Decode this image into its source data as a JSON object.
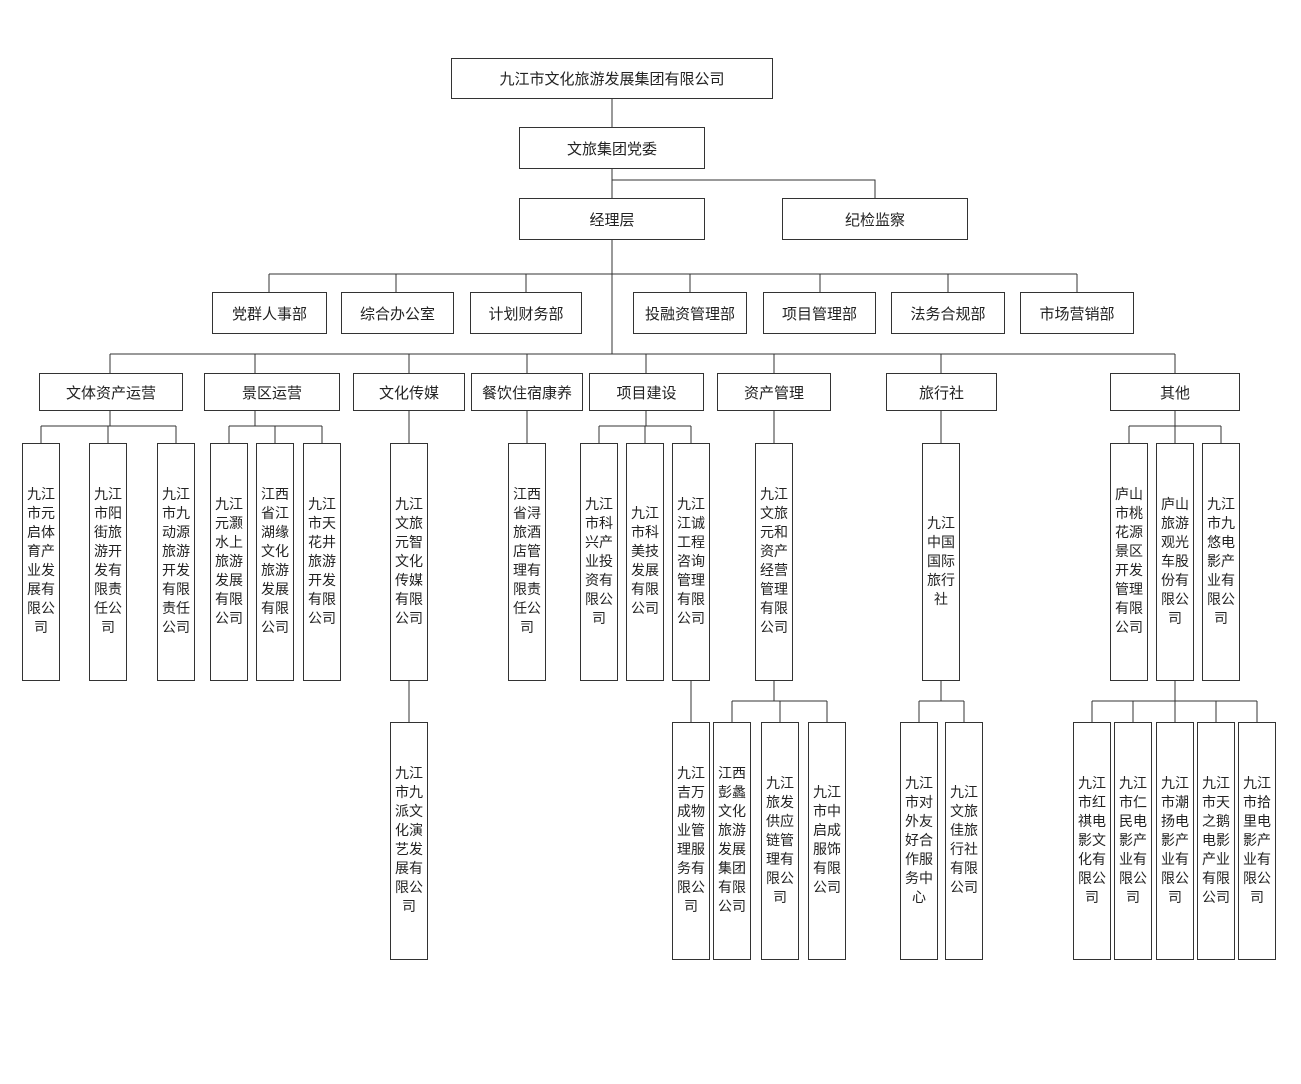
{
  "org": {
    "company": "九江市文化旅游发展集团有限公司",
    "party": "文旅集团党委",
    "management": "经理层",
    "discipline": "纪检监察",
    "departments": [
      "党群人事部",
      "综合办公室",
      "计划财务部",
      "投融资管理部",
      "项目管理部",
      "法务合规部",
      "市场营销部"
    ],
    "sectors": [
      "文体资产运营",
      "景区运营",
      "文化传媒",
      "餐饮住宿康养",
      "项目建设",
      "资产管理",
      "旅行社",
      "其他"
    ],
    "subs": {
      "sports": [
        "九江市元启体育产业发展有限公司",
        "九江市阳街旅游开发有限责任公司",
        "九江市九动源旅游开发有限责任公司"
      ],
      "scenic": [
        "九江元灏水上旅游发展有限公司",
        "江西省江湖缘文化旅游发展有限公司",
        "九江市天花井旅游开发有限公司"
      ],
      "media": [
        "九江文旅元智文化传媒有限公司"
      ],
      "media_child": [
        "九江市九派文化演艺发展有限公司"
      ],
      "catering": [
        "江西省浔旅酒店管理有限责任公司"
      ],
      "project": [
        "九江市科兴产业投资有限公司",
        "九江市科美技发展有限公司",
        "九江江诚工程咨询管理有限公司"
      ],
      "project_child": [
        "九江吉万成物业管理服务有限公司"
      ],
      "asset": [
        "九江文旅元和资产经营管理有限公司"
      ],
      "asset_children": [
        "江西彭蠡文化旅游发展集团有限公司",
        "九江旅发供应链管理有限公司",
        "九江市中启成服饰有限公司"
      ],
      "travel": [
        "九江中国国际旅行社"
      ],
      "travel_children": [
        "九江市对外友好合作服务中心",
        "九江文旅佳旅行社有限公司"
      ],
      "other": [
        "庐山市桃花源景区开发管理有限公司",
        "庐山旅游观光车股份有限公司",
        "九江市九悠电影产业有限公司"
      ],
      "other_children": [
        "九江市红祺电影文化有限公司",
        "九江市仁民电影产业有限公司",
        "九江市潮扬电影产业有限公司",
        "九江市天之鹅电影产业有限公司",
        "九江市拾里电影产业有限公司"
      ]
    }
  }
}
